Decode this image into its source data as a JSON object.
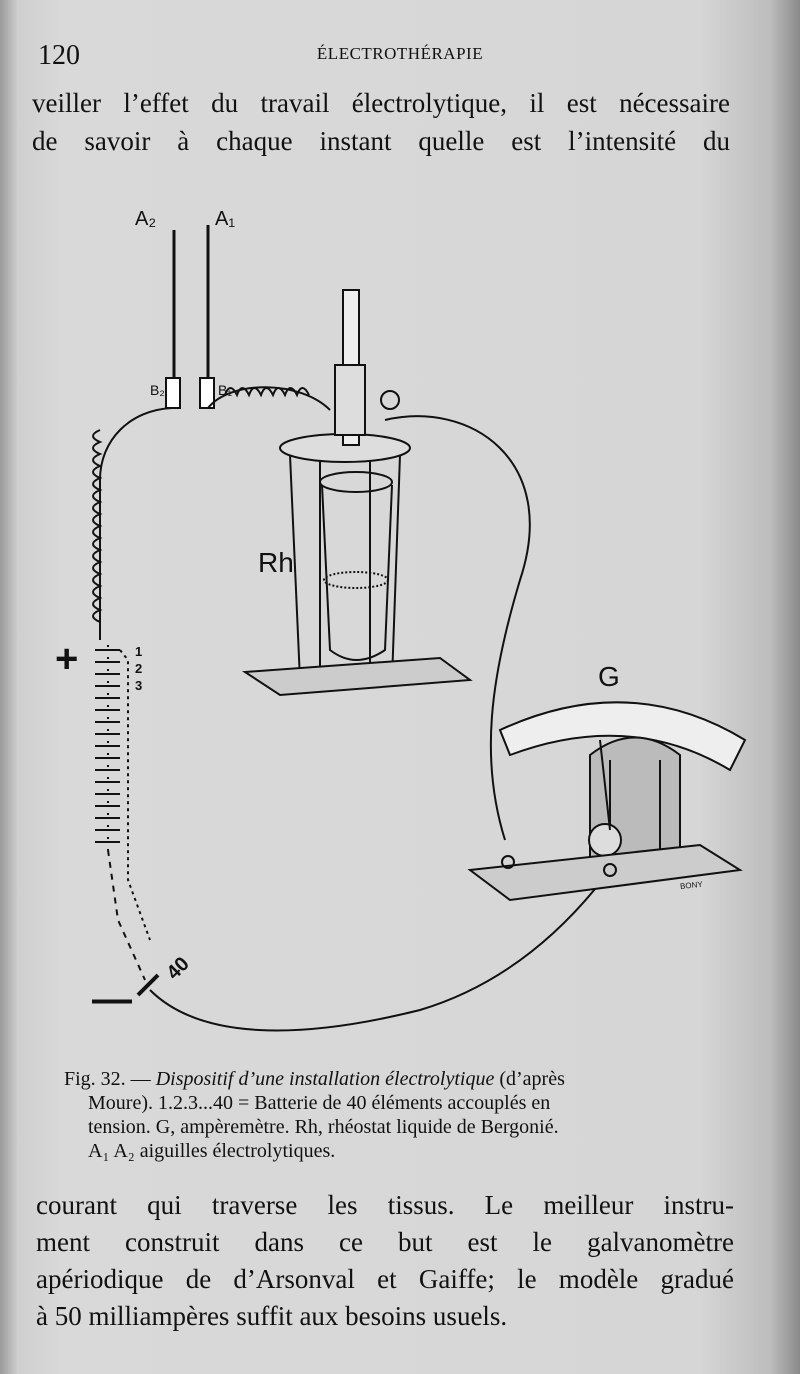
{
  "header": {
    "page_number": "120",
    "running_title": "ÉLECTROTHÉRAPIE"
  },
  "body_top": [
    "veiller l’effet du travail électrolytique, il est nécessaire",
    "de savoir à chaque instant quelle est l’intensité du"
  ],
  "figure": {
    "labels": {
      "a2": "A₂",
      "a1": "A₁",
      "b2": "B₂",
      "b1": "B₁",
      "rh": "Rh",
      "g": "G",
      "plus": "+",
      "minus": "—",
      "n1": "1",
      "n2": "2",
      "n3": "3",
      "n40": "40",
      "maker": "BONY"
    }
  },
  "caption": {
    "fig": "Fig. 32. — ",
    "title": "Dispositif d’une installation électrolytique",
    "line1_end": " (d’après",
    "line2": "Moure). 1.2.3...40 = Batterie de 40 éléments accouplés en",
    "line3": "tension. G, ampèremètre. Rh, rhéostat liquide de Bergonié.",
    "line4": "A₁ A₂ aiguilles électrolytiques."
  },
  "body_bottom": [
    "courant qui traverse les tissus. Le meilleur instru-",
    "ment construit dans ce but est le galvanomètre",
    "apériodique de d’Arsonval et Gaiffe; le modèle gradué",
    "à 50 milliampères suffit aux besoins usuels."
  ]
}
